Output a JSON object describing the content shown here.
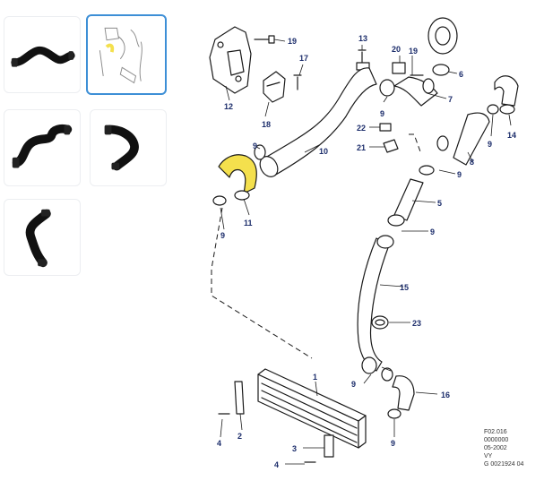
{
  "gallery": {
    "thumbnails": [
      {
        "id": "hose-1",
        "label": "",
        "selected": false
      },
      {
        "id": "diagram",
        "label": "",
        "selected": true
      },
      {
        "id": "hose-2",
        "label": "",
        "selected": false
      },
      {
        "id": "hose-3",
        "label": "",
        "selected": false
      },
      {
        "id": "hose-4",
        "label": "",
        "selected": false
      }
    ]
  },
  "diagram": {
    "callouts": {
      "c1": "1",
      "c2": "2",
      "c3": "3",
      "c4a": "4",
      "c4b": "4",
      "c5": "5",
      "c6": "6",
      "c7": "7",
      "c8": "8",
      "c9a": "9",
      "c9b": "9",
      "c9c": "9",
      "c9d": "9",
      "c9e": "9",
      "c9f": "9",
      "c9g": "9",
      "c9h": "9",
      "c10": "10",
      "c11": "11",
      "c12": "12",
      "c13": "13",
      "c14": "14",
      "c15": "15",
      "c16": "16",
      "c17": "17",
      "c18": "18",
      "c19a": "19",
      "c19b": "19",
      "c20": "20",
      "c21": "21",
      "c22": "22",
      "c23": "23"
    },
    "highlight_color": "#f4e04d",
    "line_color": "#1a1a1a",
    "callout_color": "#1c2d6b",
    "doc_ref": {
      "line1": "F02.016",
      "line2": "0000000",
      "line3": "05-2002",
      "line4": "VY",
      "line5": "G 0021924 04"
    }
  }
}
